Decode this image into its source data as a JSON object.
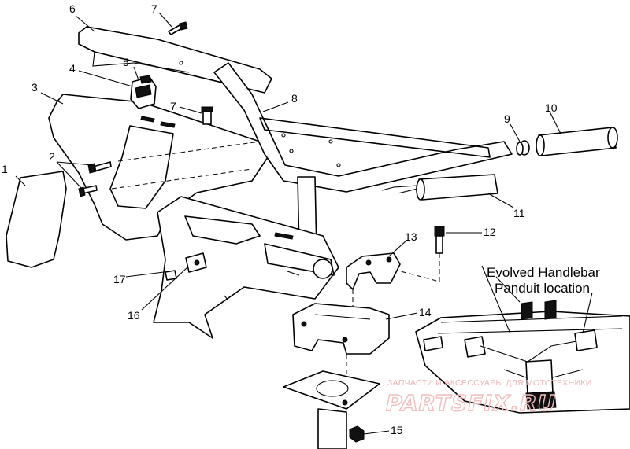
{
  "callouts": [
    "1",
    "2",
    "3",
    "4",
    "5",
    "6",
    "7",
    "7",
    "8",
    "9",
    "10",
    "11",
    "12",
    "13",
    "14",
    "15",
    "16",
    "17"
  ],
  "inset": {
    "title_line1": "Evolved Handlebar",
    "title_line2": "Panduit location"
  },
  "watermark": {
    "line1": "ЗАПЧАСТИ И АКСЕССУАРЫ ДЛЯ МОТОТЕХНИКИ",
    "line2": "PARTSFIX.RU"
  }
}
